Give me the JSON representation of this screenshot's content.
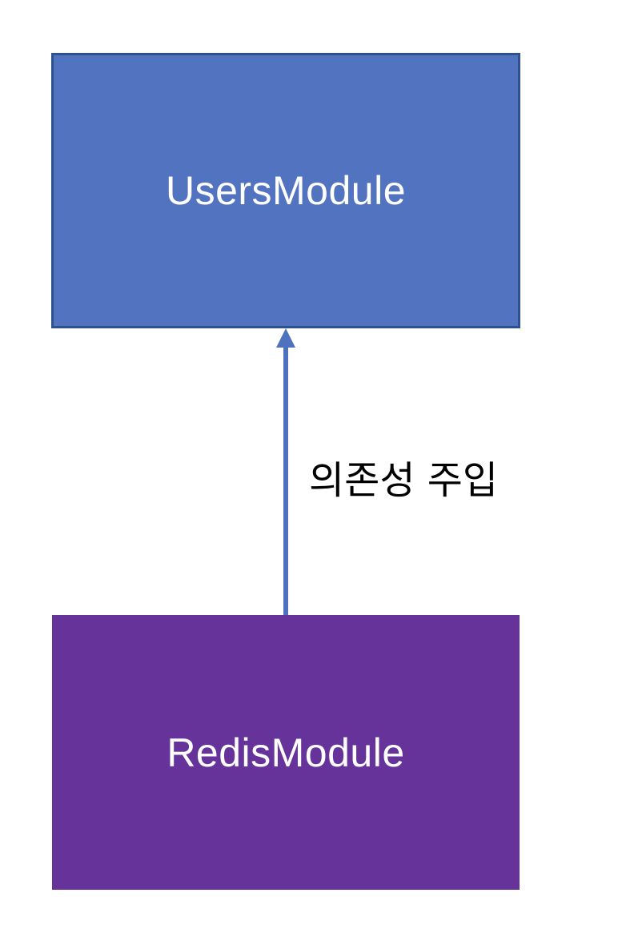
{
  "nodes": {
    "users": {
      "label": "UsersModule",
      "fill": "#5273c0",
      "border": "#2f528f"
    },
    "redis": {
      "label": "RedisModule",
      "fill": "#66339a"
    }
  },
  "edge": {
    "label": "의존성 주입",
    "color": "#4f72be",
    "direction": "redis-to-users"
  }
}
